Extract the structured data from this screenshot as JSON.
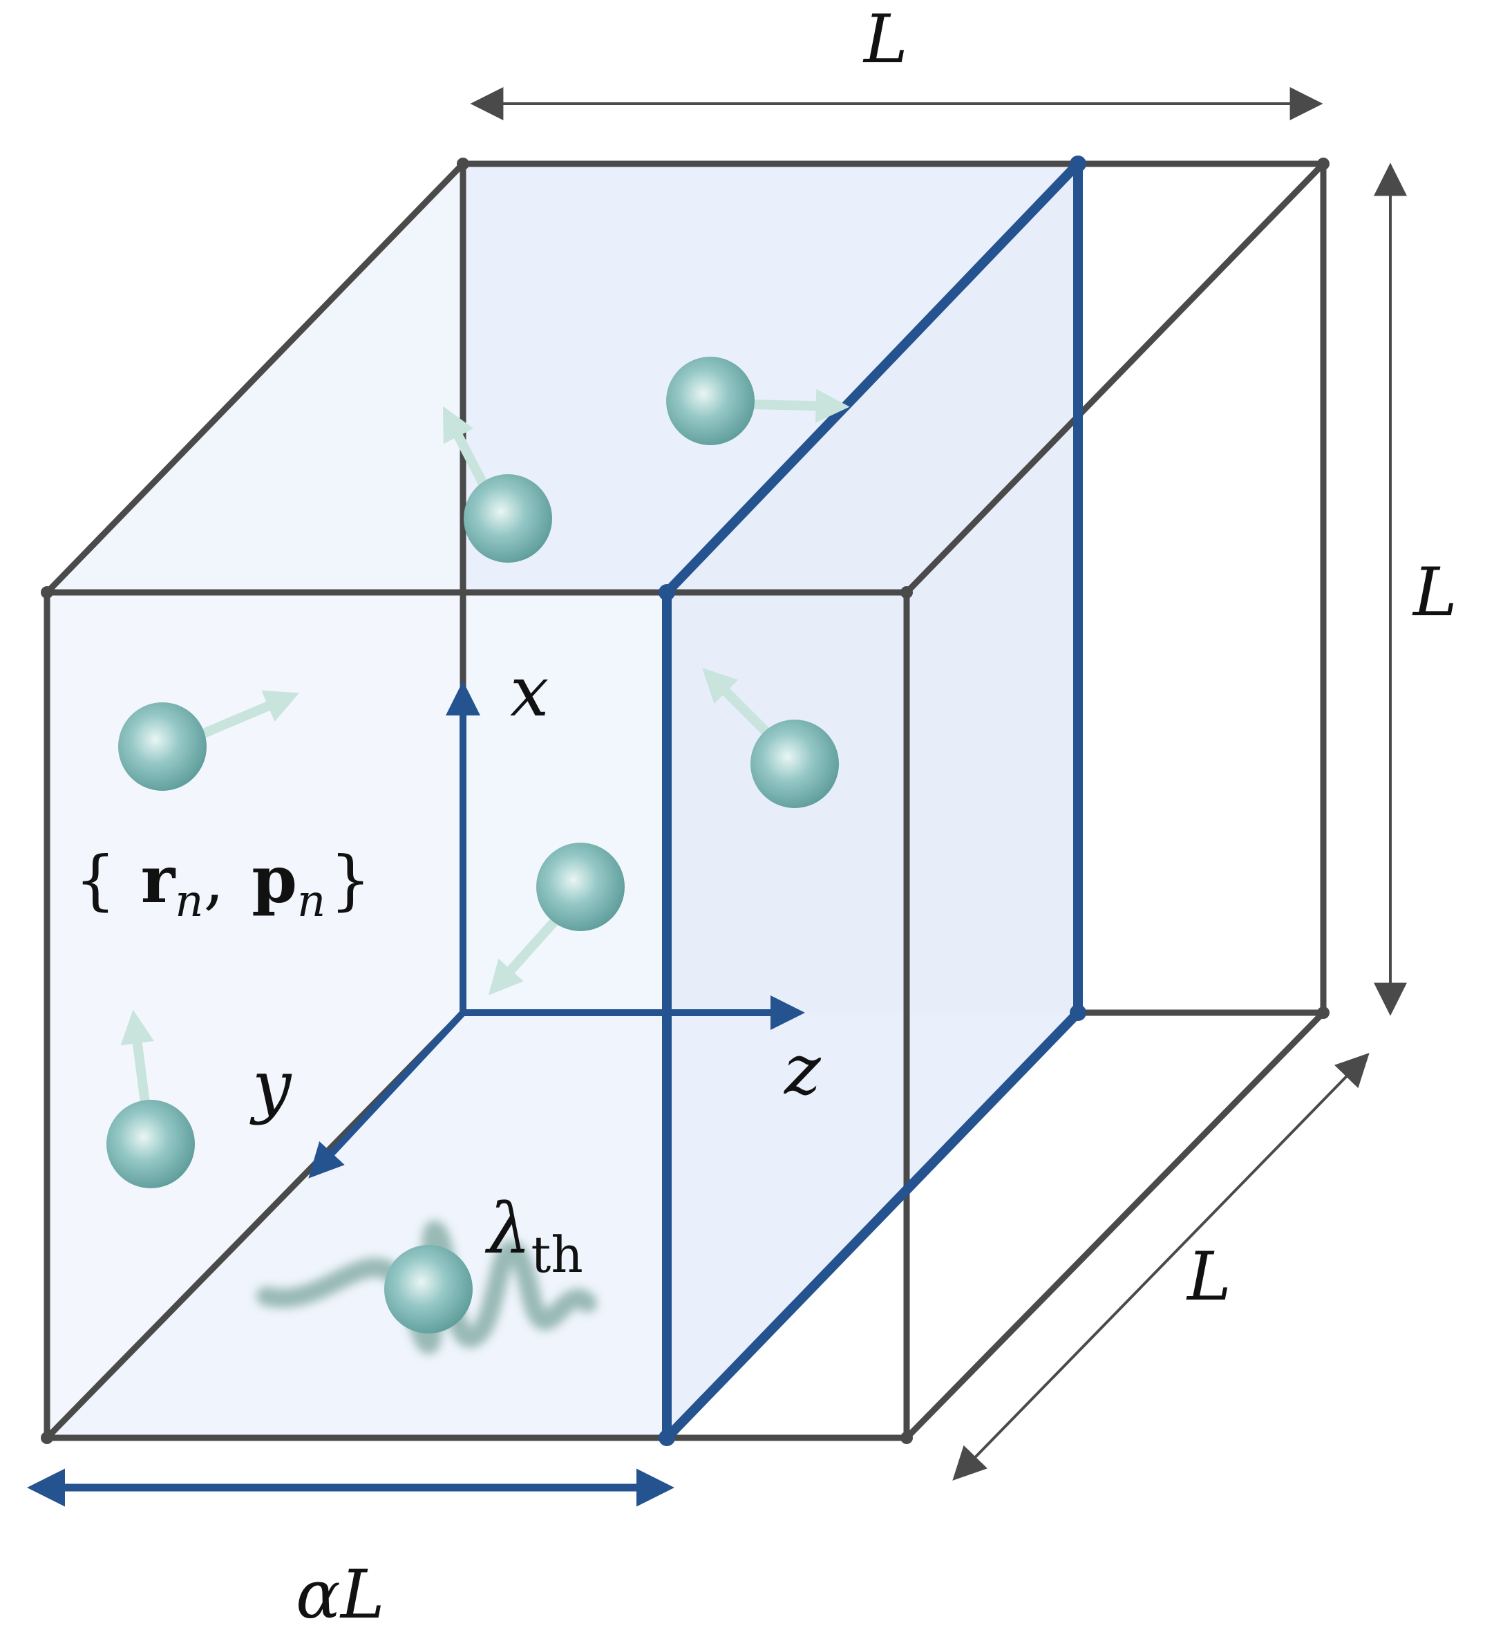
{
  "labels": {
    "top_length": "L",
    "right_length": "L",
    "depth_length": "L",
    "bottom_length_alpha": "α",
    "bottom_length_L": "L",
    "axis_x": "x",
    "axis_y": "y",
    "axis_z": "z",
    "brace_open": "{",
    "brace_close": "}",
    "r": "r",
    "p": "p",
    "sub_n": "n",
    "comma": ",",
    "lambda": "λ",
    "lambda_sub": "th"
  },
  "colors": {
    "frame": "#4a4a4a",
    "blue": "#24538f",
    "face": "#eef3fc",
    "particle": "#8cc1c0",
    "arrow": "#c8e4dd"
  }
}
